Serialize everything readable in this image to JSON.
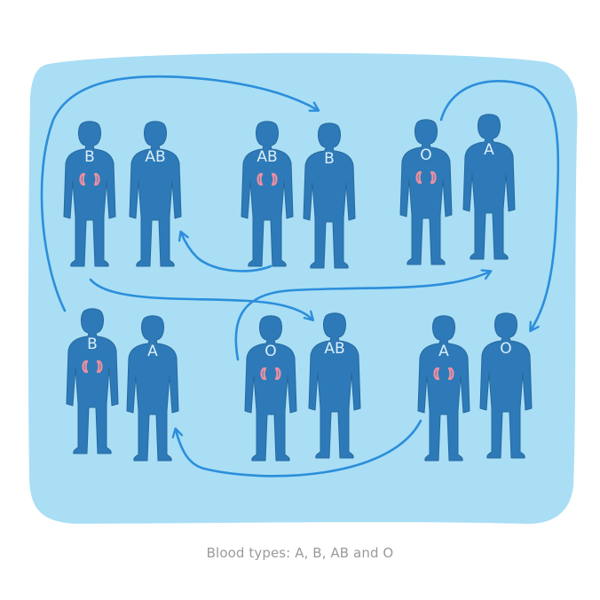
{
  "caption": "Blood types: A, B, AB and O",
  "colors": {
    "page": "#ffffff",
    "panel": "#a9def5",
    "person": "#2e7ab8",
    "arrow": "#2c8edb",
    "kidney": "#f08fa0",
    "label": "#dbeef9",
    "caption": "#9a9a9a"
  },
  "pairs": [
    {
      "people": [
        {
          "blood_type": "B",
          "kidney": true
        },
        {
          "blood_type": "AB",
          "kidney": false
        }
      ]
    },
    {
      "people": [
        {
          "blood_type": "AB",
          "kidney": true
        },
        {
          "blood_type": "B",
          "kidney": false
        }
      ]
    },
    {
      "people": [
        {
          "blood_type": "O",
          "kidney": true
        },
        {
          "blood_type": "A",
          "kidney": false
        }
      ]
    },
    {
      "people": [
        {
          "blood_type": "B",
          "kidney": true
        },
        {
          "blood_type": "A",
          "kidney": false
        }
      ]
    },
    {
      "people": [
        {
          "blood_type": "O",
          "kidney": true
        },
        {
          "blood_type": "AB",
          "kidney": false
        }
      ]
    },
    {
      "people": [
        {
          "blood_type": "A",
          "kidney": true
        },
        {
          "blood_type": "O",
          "kidney": false
        }
      ]
    }
  ],
  "donations": [
    {
      "from_pair": 0,
      "to_pair": 1
    },
    {
      "from_pair": 1,
      "to_pair": 0
    },
    {
      "from_pair": 2,
      "to_pair": 5
    },
    {
      "from_pair": 3,
      "to_pair": 4
    },
    {
      "from_pair": 4,
      "to_pair": 2
    },
    {
      "from_pair": 5,
      "to_pair": 3
    }
  ]
}
